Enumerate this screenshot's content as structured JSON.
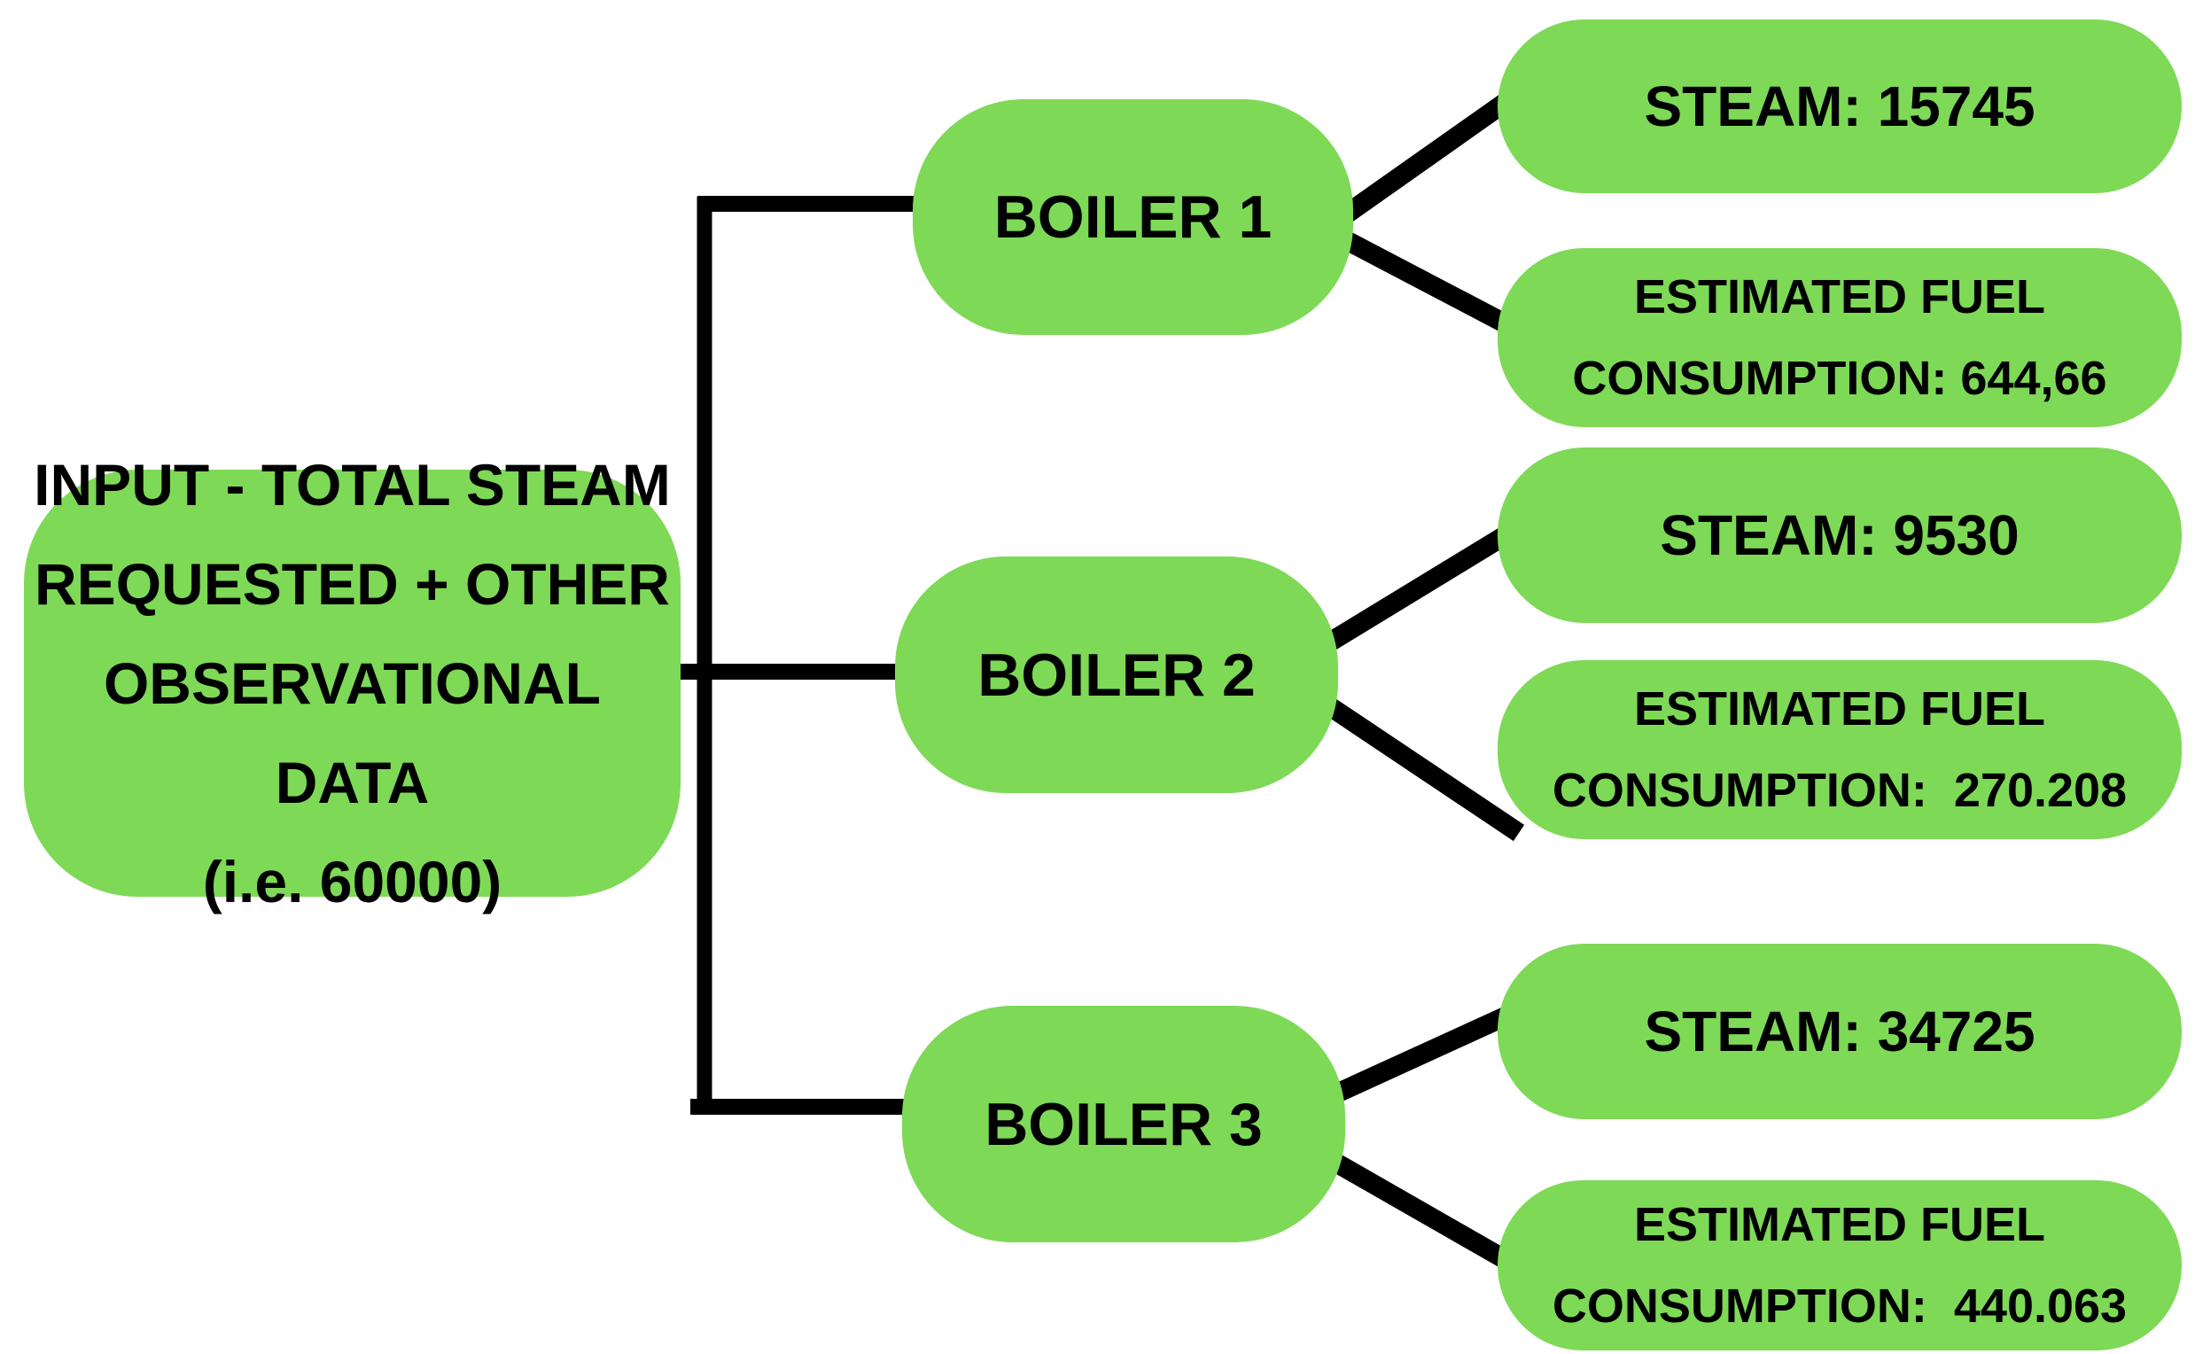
{
  "colors": {
    "node_fill": "#7ed957",
    "text": "#000000",
    "connector": "#000000"
  },
  "input_node": {
    "lines": [
      "INPUT - TOTAL STEAM",
      "REQUESTED + OTHER",
      "OBSERVATIONAL DATA",
      "(i.e. 60000)"
    ],
    "total_steam_requested": "60000"
  },
  "boilers": [
    {
      "label": "BOILER 1",
      "steam": "STEAM: 15745",
      "steam_value": "15745",
      "fuel_lines": [
        "ESTIMATED FUEL",
        "CONSUMPTION: 644,66"
      ],
      "fuel_value": "644,66"
    },
    {
      "label": "BOILER 2",
      "steam": "STEAM: 9530",
      "steam_value": "9530",
      "fuel_lines": [
        "ESTIMATED FUEL",
        "CONSUMPTION:  270.208"
      ],
      "fuel_value": "270.208"
    },
    {
      "label": "BOILER 3",
      "steam": "STEAM: 34725",
      "steam_value": "34725",
      "fuel_lines": [
        "ESTIMATED FUEL",
        "CONSUMPTION:  440.063"
      ],
      "fuel_value": "440.063"
    }
  ]
}
